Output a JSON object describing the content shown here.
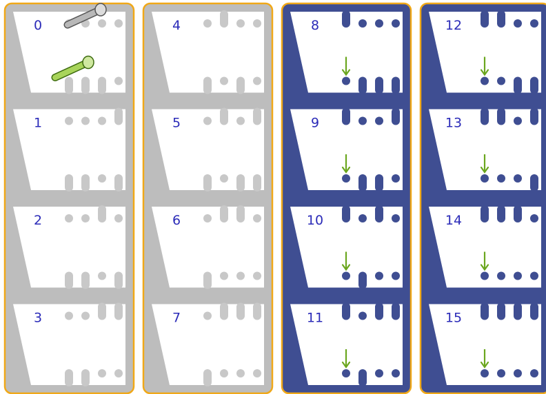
{
  "colors": {
    "gray_panel": "#bdbdbd",
    "gray_inner": "#c8c8c8",
    "blue_panel": "#3f4e92",
    "white": "#ffffff",
    "border": "#f0a818",
    "number_text": "#2b2bb8",
    "arrow": "#6aa61e",
    "pin_green": "#a8d45a",
    "pin_gray": "#b8b8b8"
  },
  "columns": [
    {
      "theme": "gray",
      "cards": [
        {
          "number": "0",
          "top": "0000",
          "bottom": "1110",
          "pins": true
        },
        {
          "number": "1",
          "top": "0001",
          "bottom": "1101"
        },
        {
          "number": "2",
          "top": "0010",
          "bottom": "1101"
        },
        {
          "number": "3",
          "top": "0011",
          "bottom": "1100"
        }
      ]
    },
    {
      "theme": "gray",
      "cards": [
        {
          "number": "4",
          "top": "0100",
          "bottom": "1010"
        },
        {
          "number": "5",
          "top": "0101",
          "bottom": "1011"
        },
        {
          "number": "6",
          "top": "0110",
          "bottom": "1000"
        },
        {
          "number": "7",
          "top": "0111",
          "bottom": "1000"
        }
      ]
    },
    {
      "theme": "blue",
      "cards": [
        {
          "number": "8",
          "top": "1000",
          "bottom": "0111"
        },
        {
          "number": "9",
          "top": "1001",
          "bottom": "0110"
        },
        {
          "number": "10",
          "top": "1010",
          "bottom": "0100"
        },
        {
          "number": "11",
          "top": "1011",
          "bottom": "0100"
        }
      ]
    },
    {
      "theme": "blue",
      "cards": [
        {
          "number": "12",
          "top": "1100",
          "bottom": "0011"
        },
        {
          "number": "13",
          "top": "1101",
          "bottom": "0001"
        },
        {
          "number": "14",
          "top": "1110",
          "bottom": "0000"
        },
        {
          "number": "15",
          "top": "1111",
          "bottom": "0000"
        }
      ]
    }
  ]
}
